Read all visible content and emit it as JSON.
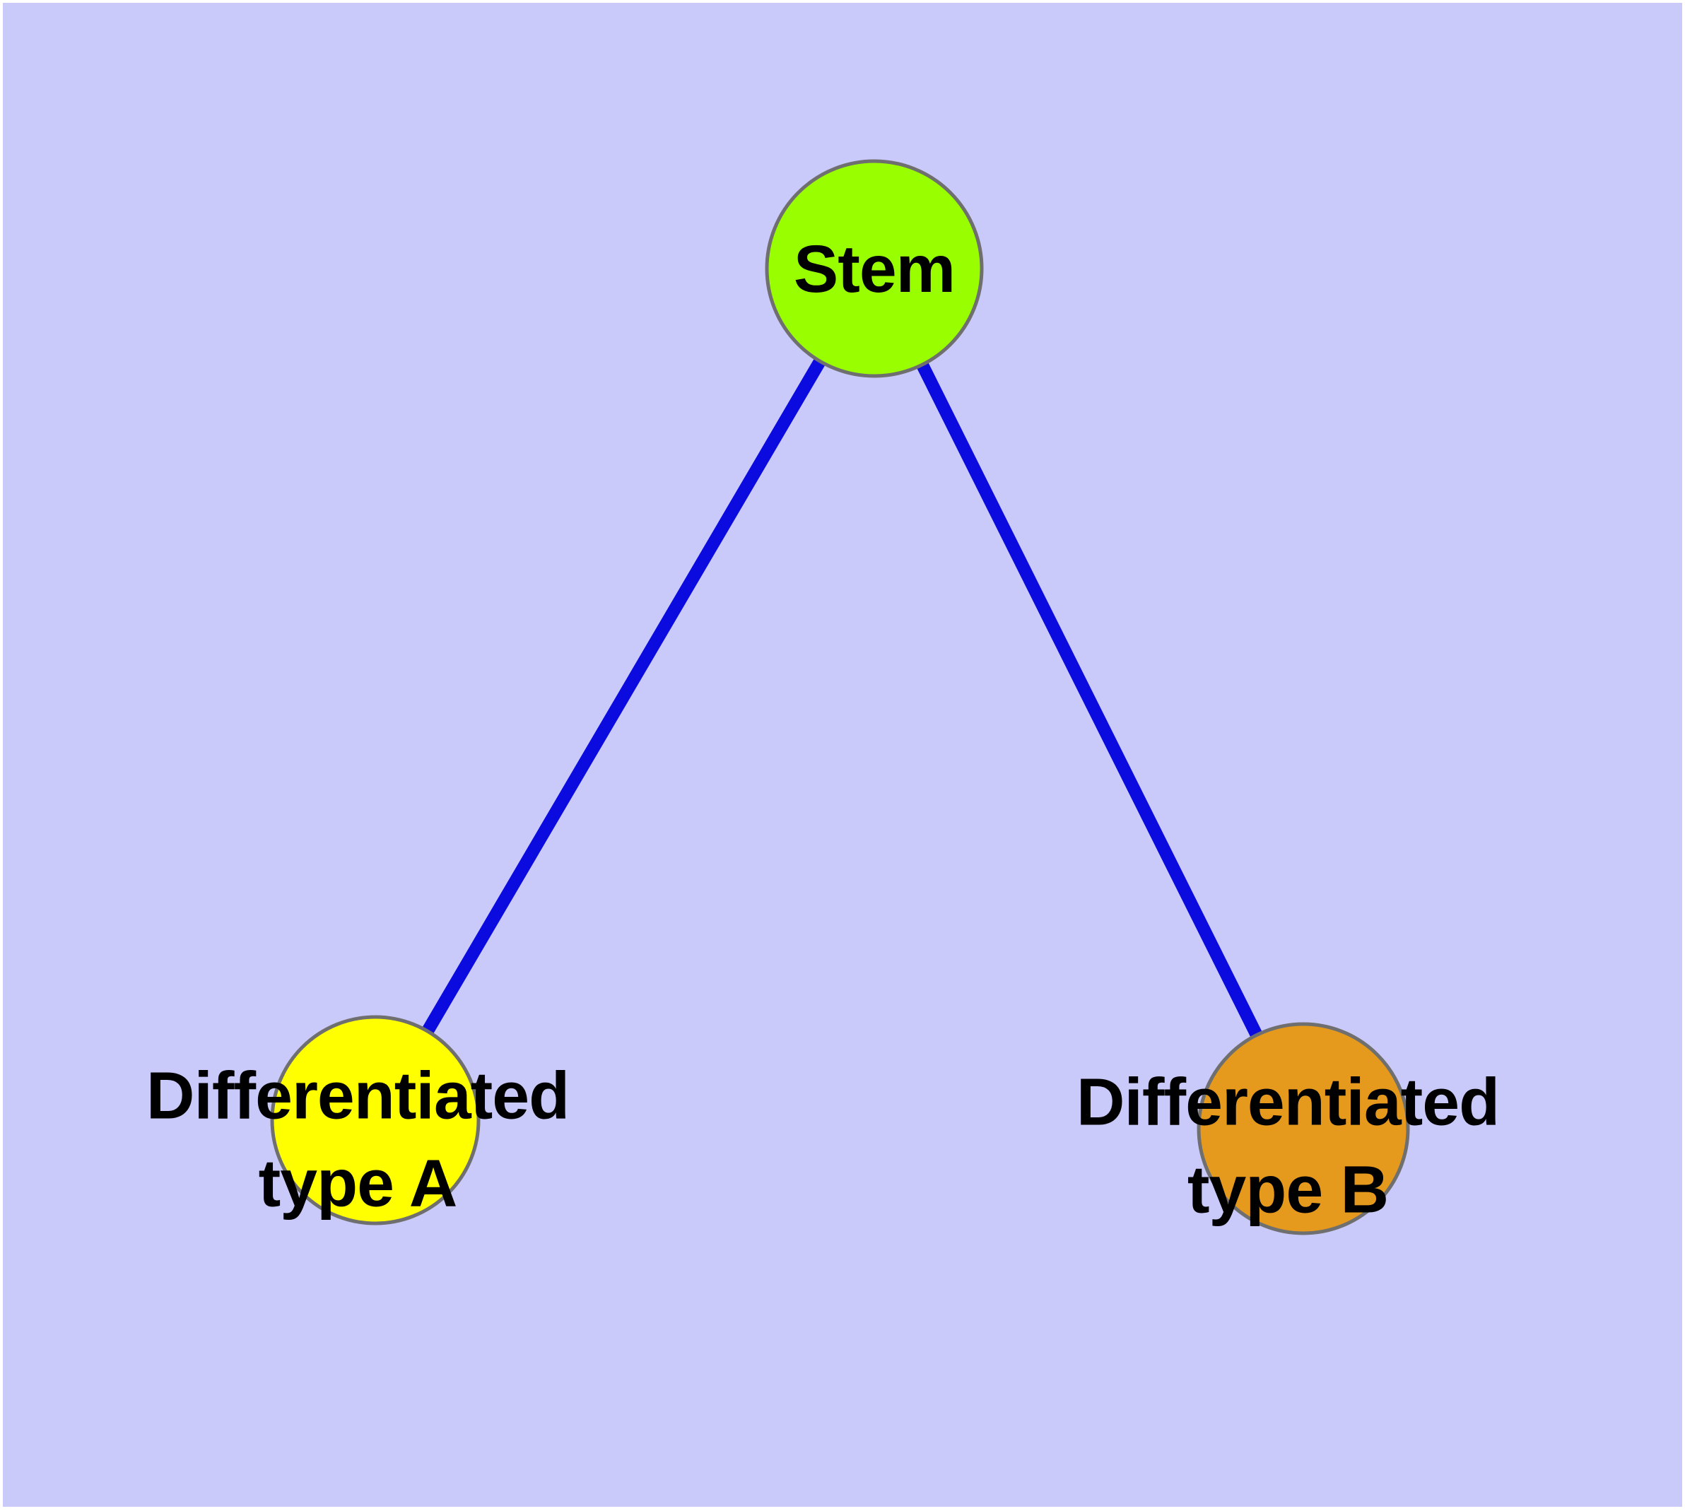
{
  "diagram": {
    "background_color": "#cacafa",
    "frame_color": "#ffffff",
    "text_color": "#000000",
    "nodes": {
      "stem": {
        "label": "Stem",
        "fill_color": "#99fe00",
        "border_color": "#6f6f6f"
      },
      "type_a": {
        "label": "Differentiated\ntype A",
        "fill_color": "#ffff00",
        "border_color": "#6f6f6f"
      },
      "type_b": {
        "label": "Differentiated\ntype B",
        "fill_color": "#e5991d",
        "border_color": "#6f6f6f"
      }
    },
    "edges": [
      {
        "from": "Stem",
        "to": "Differentiated type A",
        "color": "#0b0be0"
      },
      {
        "from": "Stem",
        "to": "Differentiated type B",
        "color": "#0b0be0"
      }
    ]
  }
}
